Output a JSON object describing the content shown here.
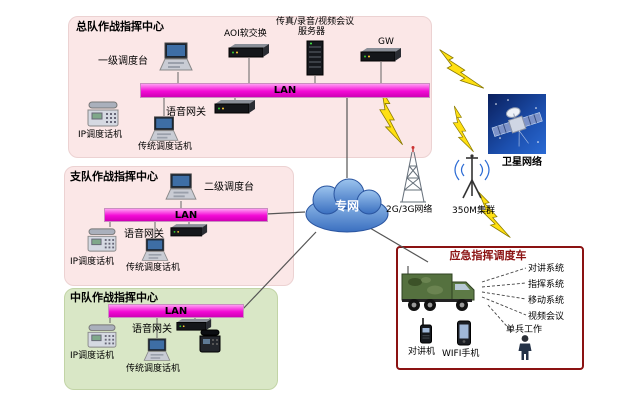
{
  "colors": {
    "lan_bar": "#f30ad6",
    "zone_pink": "#fbe7e7",
    "zone_green": "#d9e7c6",
    "vehicle_border": "#8b1212",
    "bolt_yellow": "#ffe012",
    "cloud_blue": "#3a6fc0"
  },
  "corps": {
    "title": "总队作战指挥中心",
    "console": "一级调度台",
    "softswitch": "AOI软交换",
    "media_server_line1": "传真/录音/视频会议",
    "media_server_line2": "服务器",
    "gw": "GW",
    "lan": "LAN",
    "voice_gateway": "语音网关",
    "ip_phone": "IP调度话机",
    "traditional_phone": "传统调度话机"
  },
  "detachment": {
    "title": "支队作战指挥中心",
    "console": "二级调度台",
    "lan": "LAN",
    "voice_gateway": "语音网关",
    "ip_phone": "IP调度话机",
    "traditional_phone": "传统调度话机"
  },
  "squadron": {
    "title": "中队作战指挥中心",
    "lan": "LAN",
    "voice_gateway": "语音网关",
    "ip_phone": "IP调度话机",
    "traditional_phone": "传统调度话机"
  },
  "networks": {
    "private_net": "专网",
    "cellular": "2G/3G网络",
    "trunking": "350M集群",
    "satellite": "卫星网络"
  },
  "vehicle": {
    "title": "应急指挥调度车",
    "systems": [
      "对讲系统",
      "指挥系统",
      "移动系统",
      "视频会议"
    ],
    "walkie_talkie": "对讲机",
    "wifi_phone": "WIFI手机",
    "soldier": "单兵工作"
  }
}
